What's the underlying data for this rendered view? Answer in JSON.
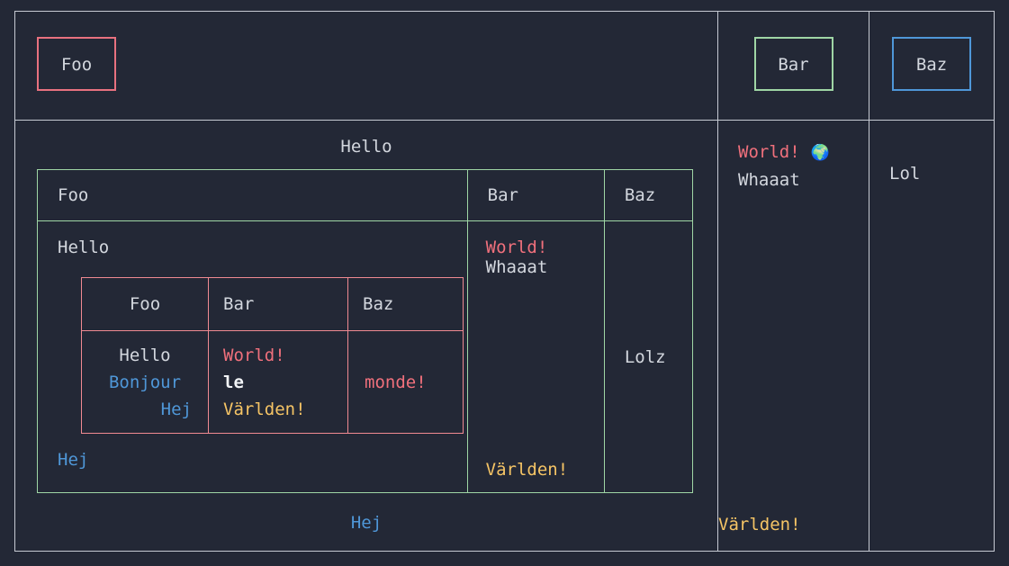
{
  "theme": {
    "background": "#232836",
    "text": "#d3d7de",
    "outer_border": "#c6cad3",
    "red": "#f0707c",
    "red_border": "#f08a92",
    "green": "#9fd6a5",
    "blue": "#4f97d8",
    "yellow": "#f5c465",
    "white": "#f2f4f7"
  },
  "outer_table": {
    "header_row": {
      "main_button": "Foo",
      "mid_button": "Bar",
      "right_button": "Baz"
    },
    "body_row": {
      "mid_cell": {
        "line1": "World!",
        "icon": "globe-icon",
        "icon_glyph": "🌍",
        "line2": "Whaaat",
        "bottom": "Världen!"
      },
      "right_cell": {
        "text": "Lol"
      }
    }
  },
  "green_table": {
    "caption": "Hello",
    "headers": [
      "Foo",
      "Bar",
      "Baz"
    ],
    "body": {
      "foo_cell_label": "Hello",
      "foo_cell_footer": "Hej",
      "bar_cell": {
        "line1": "World!",
        "line2": "Whaaat",
        "bottom": "Världen!"
      },
      "baz_cell": "Lolz"
    }
  },
  "red_table": {
    "headers": [
      "Foo",
      "Bar",
      "Baz"
    ],
    "body": {
      "foo_cell": {
        "line1": "Hello",
        "line2": "Bonjour",
        "line3": "Hej"
      },
      "bar_cell": {
        "line1": "World!",
        "line2": "le",
        "line3": "Världen!"
      },
      "baz_cell": "monde!"
    }
  },
  "footer": {
    "text": "Hej"
  }
}
